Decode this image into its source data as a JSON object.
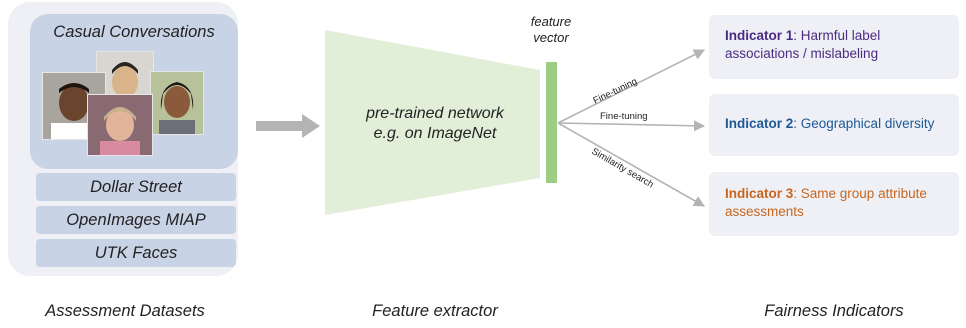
{
  "datasets": {
    "casual_conversations": "Casual Conversations",
    "items": [
      "Dollar Street",
      "OpenImages MIAP",
      "UTK Faces"
    ]
  },
  "network": {
    "line1": "pre-trained network",
    "line2": "e.g. on ImageNet"
  },
  "feature_vector": {
    "line1": "feature",
    "line2": "vector"
  },
  "connectors": [
    "Fine-tuning",
    "Fine-tuning",
    "Similarity search"
  ],
  "indicators": [
    {
      "name": "Indicator 1",
      "text": ": Harmful label associations / mislabeling",
      "color": "#4a2a82"
    },
    {
      "name": "Indicator 2",
      "text": ": Geographical diversity",
      "color": "#1f5896"
    },
    {
      "name": "Indicator 3",
      "text": ": Same group attribute assessments",
      "color": "#c8651e"
    }
  ],
  "section_labels": {
    "left": "Assessment Datasets",
    "middle": "Feature extractor",
    "right": "Fairness Indicators"
  }
}
